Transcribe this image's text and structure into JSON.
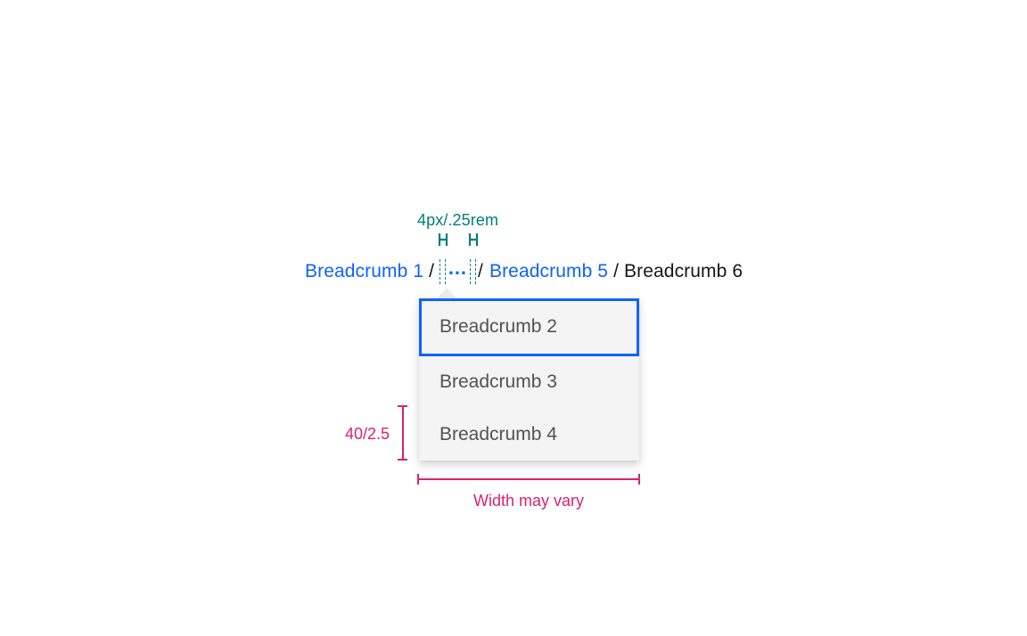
{
  "annotations": {
    "spacing_label": "4px/.25rem",
    "height_label": "40/2.5",
    "width_label": "Width may vary"
  },
  "breadcrumb": {
    "link_1": "Breadcrumb 1",
    "overflow": "…",
    "link_5": "Breadcrumb 5",
    "current": "Breadcrumb 6",
    "separator": "/"
  },
  "overflow_menu": {
    "items": [
      "Breadcrumb 2",
      "Breadcrumb 3",
      "Breadcrumb 4"
    ],
    "focused_item": "Breadcrumb 2"
  },
  "colors": {
    "link_blue": "#0f62fe",
    "focus_border_blue": "#0f62fe",
    "text_dark": "#161616",
    "menu_text_gray": "#525252",
    "menu_background": "#f4f4f4",
    "annotation_teal": "#007d79",
    "dashed_guide_teal": "#00838a",
    "annotation_magenta": "#d6246e",
    "caret_gray": "#ececec"
  }
}
